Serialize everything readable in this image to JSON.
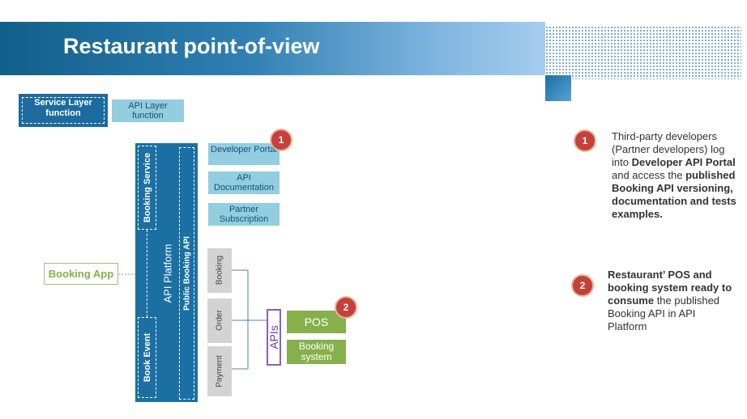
{
  "title": "Restaurant point-of-view",
  "legend": {
    "service_layer": "Service Layer function",
    "api_layer": "API Layer function"
  },
  "platform": {
    "booking_service": "Booking Service",
    "book_event": "Book Event",
    "api_platform": "API Platform",
    "public_booking_api": "Public Booking API"
  },
  "booking_app": "Booking App",
  "portal_items": [
    "Developer Portal",
    "API Documentation",
    "Partner Subscription"
  ],
  "api_items": [
    "Booking",
    "Order",
    "Payment"
  ],
  "apis_label": "APIs",
  "pos": "POS",
  "booking_system": "Booking system",
  "badges": [
    "1",
    "2"
  ],
  "notes": {
    "note1": {
      "a": "Third-party developers (Partner developers) log into ",
      "b": "Developer API Portal",
      "c": " and access the ",
      "d": "published Booking API versioning, documentation and tests examples."
    },
    "note2": {
      "a": "Restaurant’ POS and booking system ready to consume",
      "b": " the published Booking API in API Platform"
    }
  },
  "colors": {
    "platform": "#1b6fa3",
    "api_box": "#92cde0",
    "green": "#86b04c",
    "badge": "#c6403a"
  }
}
